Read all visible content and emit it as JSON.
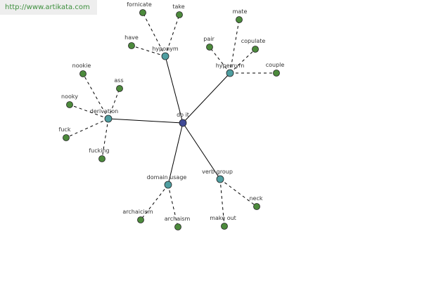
{
  "site": {
    "url_text": "http://www.artikata.com",
    "link_color": "#3d8f3d"
  },
  "graph": {
    "colors": {
      "center": "#3f4a96",
      "hub": "#4f9ea0",
      "leaf": "#4c8a3c",
      "edge": "#000000"
    },
    "nodes": [
      {
        "id": "center",
        "label": "do it",
        "kind": "center"
      },
      {
        "id": "hyponym",
        "label": "hyponym",
        "kind": "hub"
      },
      {
        "id": "hypernym",
        "label": "hypernym",
        "kind": "hub"
      },
      {
        "id": "derivation",
        "label": "derivation",
        "kind": "hub"
      },
      {
        "id": "domain_usage",
        "label": "domain usage",
        "kind": "hub"
      },
      {
        "id": "verb_group",
        "label": "verb group",
        "kind": "hub"
      },
      {
        "id": "fornicate",
        "label": "fornicate",
        "kind": "leaf"
      },
      {
        "id": "take",
        "label": "take",
        "kind": "leaf"
      },
      {
        "id": "have",
        "label": "have",
        "kind": "leaf"
      },
      {
        "id": "mate",
        "label": "mate",
        "kind": "leaf"
      },
      {
        "id": "pair",
        "label": "pair",
        "kind": "leaf"
      },
      {
        "id": "copulate",
        "label": "copulate",
        "kind": "leaf"
      },
      {
        "id": "couple",
        "label": "couple",
        "kind": "leaf"
      },
      {
        "id": "nookie",
        "label": "nookie",
        "kind": "leaf"
      },
      {
        "id": "ass",
        "label": "ass",
        "kind": "leaf"
      },
      {
        "id": "nooky",
        "label": "nooky",
        "kind": "leaf"
      },
      {
        "id": "fuck",
        "label": "fuck",
        "kind": "leaf"
      },
      {
        "id": "fucking",
        "label": "fucking",
        "kind": "leaf"
      },
      {
        "id": "archaicism",
        "label": "archaicism",
        "kind": "leaf"
      },
      {
        "id": "archaism",
        "label": "archaism",
        "kind": "leaf"
      },
      {
        "id": "make_out",
        "label": "make out",
        "kind": "leaf"
      },
      {
        "id": "neck",
        "label": "neck",
        "kind": "leaf"
      }
    ],
    "edges": [
      {
        "from": "center",
        "to": "hyponym",
        "style": "solid"
      },
      {
        "from": "center",
        "to": "hypernym",
        "style": "solid"
      },
      {
        "from": "center",
        "to": "derivation",
        "style": "solid"
      },
      {
        "from": "center",
        "to": "domain_usage",
        "style": "solid"
      },
      {
        "from": "center",
        "to": "verb_group",
        "style": "solid"
      },
      {
        "from": "hyponym",
        "to": "fornicate",
        "style": "dashed"
      },
      {
        "from": "hyponym",
        "to": "take",
        "style": "dashed"
      },
      {
        "from": "hyponym",
        "to": "have",
        "style": "dashed"
      },
      {
        "from": "hypernym",
        "to": "mate",
        "style": "dashed"
      },
      {
        "from": "hypernym",
        "to": "pair",
        "style": "dashed"
      },
      {
        "from": "hypernym",
        "to": "copulate",
        "style": "dashed"
      },
      {
        "from": "hypernym",
        "to": "couple",
        "style": "dashed"
      },
      {
        "from": "derivation",
        "to": "nookie",
        "style": "dashed"
      },
      {
        "from": "derivation",
        "to": "ass",
        "style": "dashed"
      },
      {
        "from": "derivation",
        "to": "nooky",
        "style": "dashed"
      },
      {
        "from": "derivation",
        "to": "fuck",
        "style": "dashed"
      },
      {
        "from": "derivation",
        "to": "fucking",
        "style": "dashed"
      },
      {
        "from": "domain_usage",
        "to": "archaicism",
        "style": "dashed"
      },
      {
        "from": "domain_usage",
        "to": "archaism",
        "style": "dashed"
      },
      {
        "from": "verb_group",
        "to": "make_out",
        "style": "dashed"
      },
      {
        "from": "verb_group",
        "to": "neck",
        "style": "dashed"
      }
    ]
  }
}
